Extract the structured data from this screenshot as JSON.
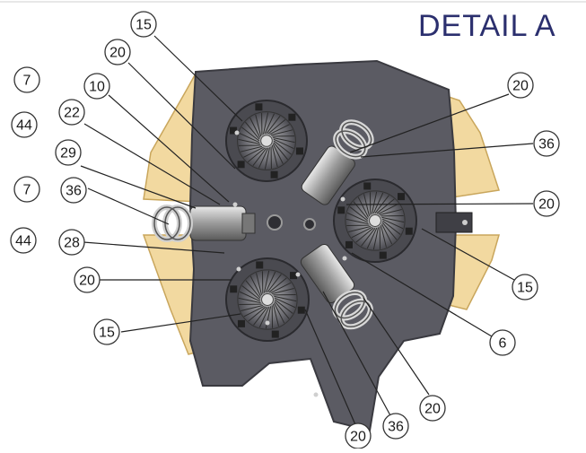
{
  "title": "DETAIL  A",
  "callouts": [
    {
      "id": "c1",
      "label": "15"
    },
    {
      "id": "c2",
      "label": "20"
    },
    {
      "id": "c3",
      "label": "7"
    },
    {
      "id": "c4",
      "label": "10"
    },
    {
      "id": "c5",
      "label": "22"
    },
    {
      "id": "c6",
      "label": "44"
    },
    {
      "id": "c7",
      "label": "29"
    },
    {
      "id": "c8",
      "label": "7"
    },
    {
      "id": "c9",
      "label": "36"
    },
    {
      "id": "c10",
      "label": "44"
    },
    {
      "id": "c11",
      "label": "28"
    },
    {
      "id": "c12",
      "label": "20"
    },
    {
      "id": "c13",
      "label": "15"
    },
    {
      "id": "c14",
      "label": "20"
    },
    {
      "id": "c15",
      "label": "36"
    },
    {
      "id": "c16",
      "label": "20"
    },
    {
      "id": "c17",
      "label": "15"
    },
    {
      "id": "c18",
      "label": "6"
    },
    {
      "id": "c19",
      "label": "20"
    },
    {
      "id": "c20",
      "label": "36"
    },
    {
      "id": "c21",
      "label": "20"
    }
  ],
  "colors": {
    "plate": "#5b5b63",
    "plate_edge": "#3a3a40",
    "wood": "#f2d9a0",
    "wood_edge": "#c9a65c",
    "title": "#2b2f6e",
    "callout_stroke": "#333333"
  }
}
